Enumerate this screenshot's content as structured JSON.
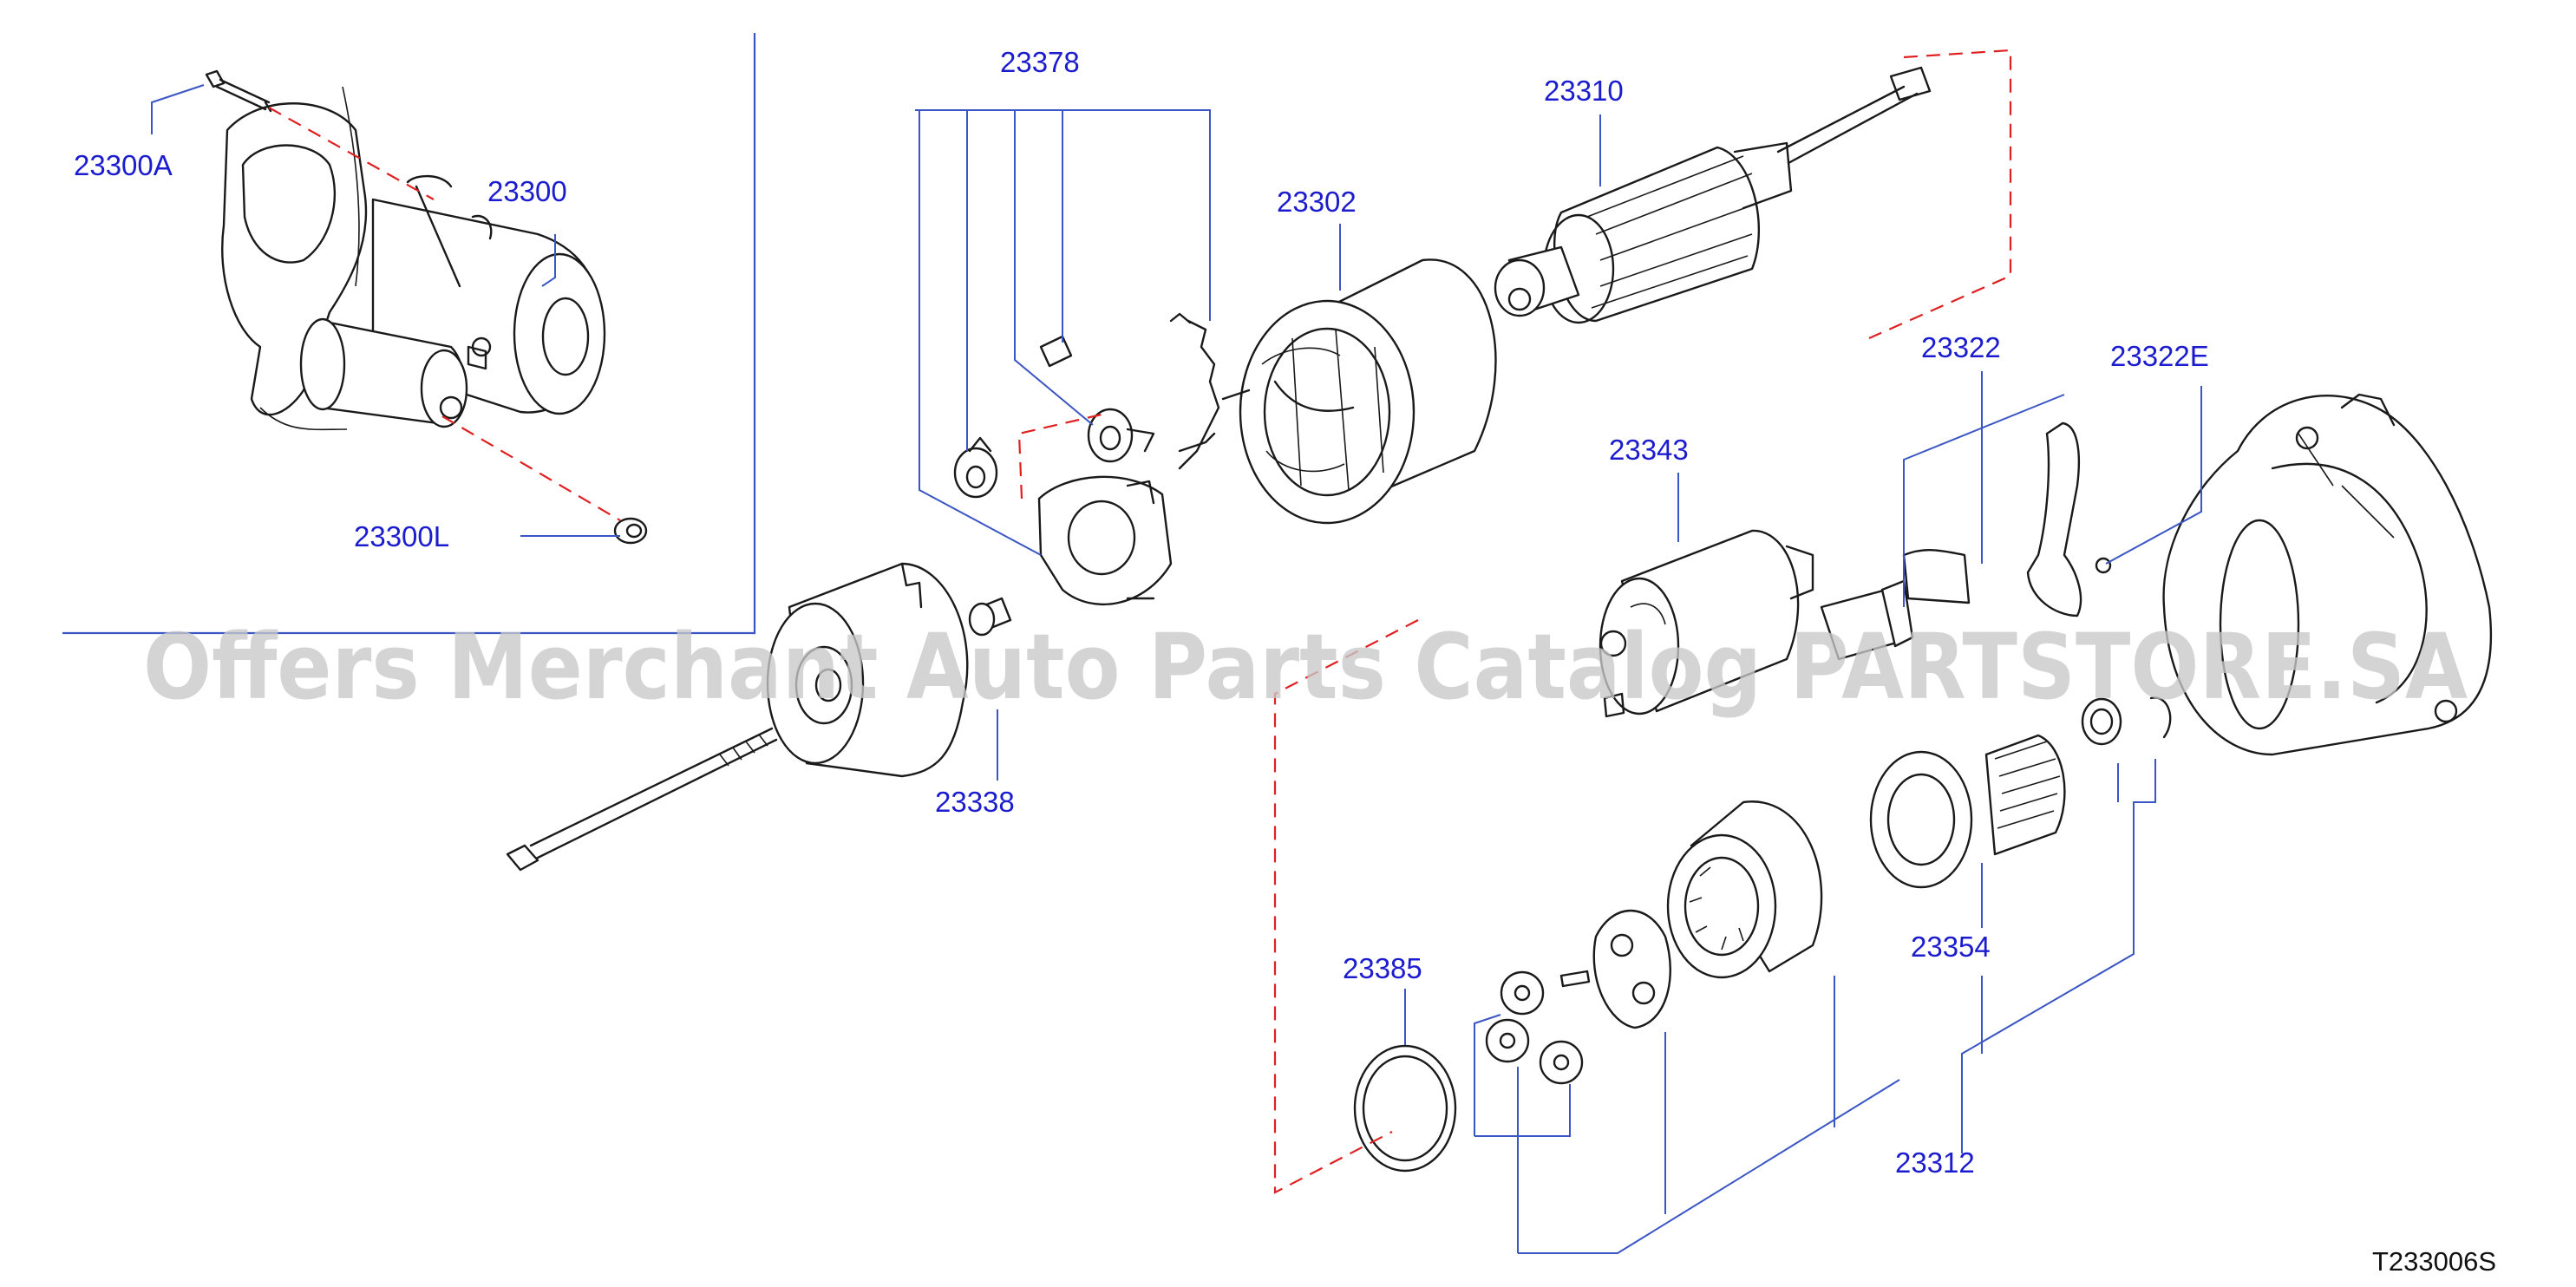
{
  "callouts": {
    "p23300A": "23300A",
    "p23300": "23300",
    "p23300L": "23300L",
    "p23378": "23378",
    "p23302": "23302",
    "p23310": "23310",
    "p23322": "23322",
    "p23322E": "23322E",
    "p23343": "23343",
    "p23338": "23338",
    "p23354": "23354",
    "p23385": "23385",
    "p23312": "23312"
  },
  "drawing_id": "T233006S",
  "watermark": "Offers Merchant Auto Parts Catalog PARTSTORE.SA",
  "colors": {
    "callout_text": "#1c1ccf",
    "leader_line": "#3a55c4",
    "dashed_line": "#e02020",
    "part_outline": "#1a1a1a",
    "watermark": "#c8c8c8"
  }
}
